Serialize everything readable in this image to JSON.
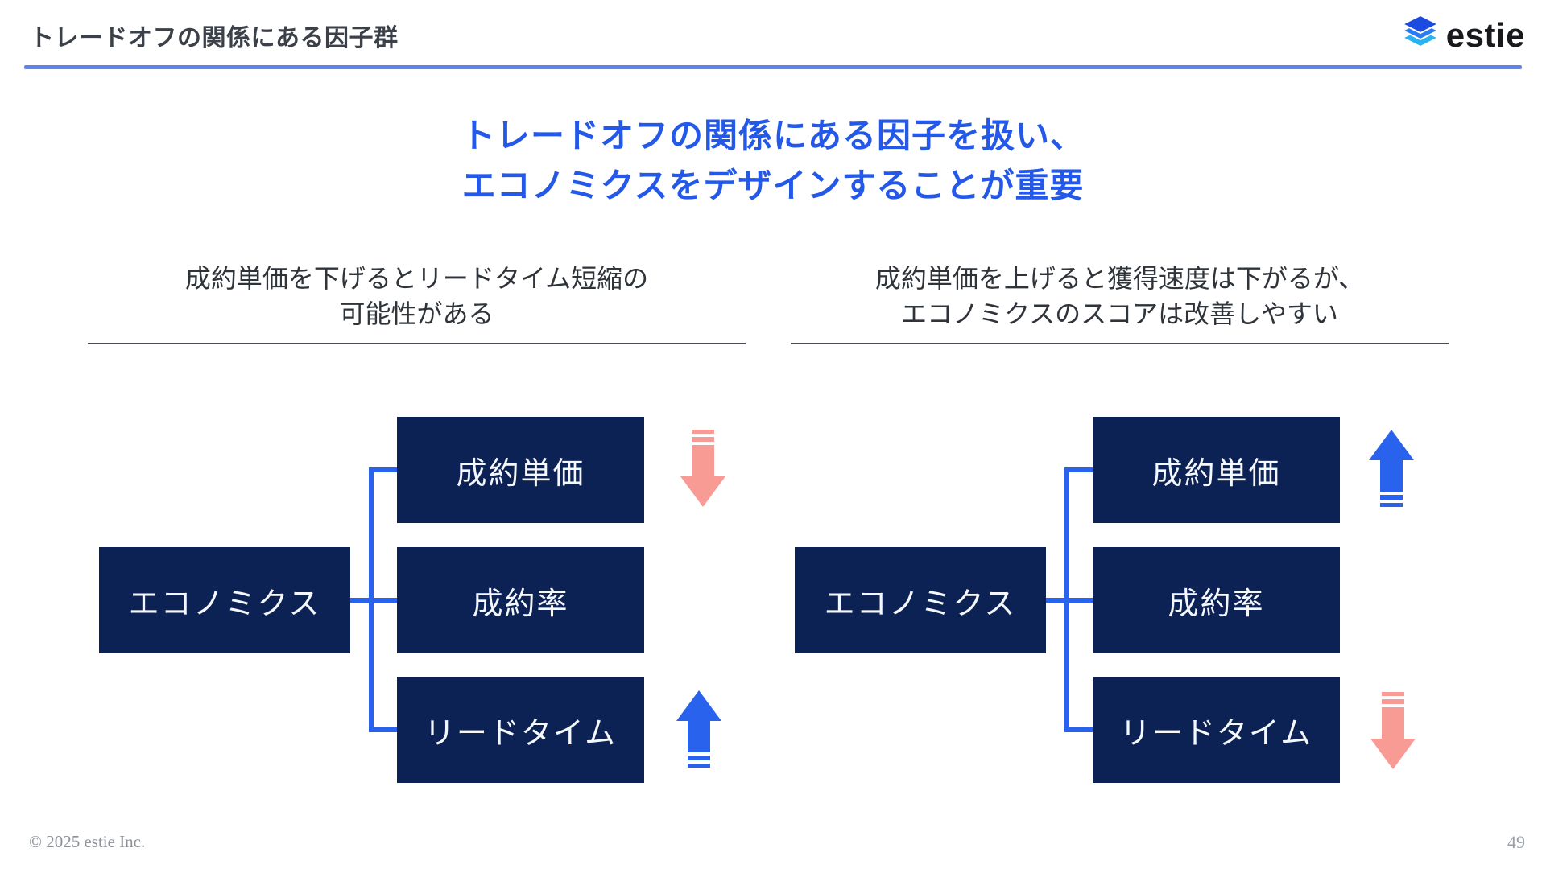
{
  "header": {
    "title": "トレードオフの関係にある因子群",
    "logo_text": "estie"
  },
  "main_title": {
    "line1": "トレードオフの関係にある因子を扱い、",
    "line2": "エコノミクスをデザインすることが重要"
  },
  "panels": [
    {
      "heading_line1": "成約単価を下げるとリードタイム短縮の",
      "heading_line2": "可能性がある",
      "root_label": "エコノミクス",
      "factors": [
        {
          "label": "成約単価",
          "trend": "decrease",
          "arrow_color": "#f89b95"
        },
        {
          "label": "成約率",
          "trend": null,
          "arrow_color": null
        },
        {
          "label": "リードタイム",
          "trend": "increase",
          "arrow_color": "#2962ec"
        }
      ]
    },
    {
      "heading_line1": "成約単価を上げると獲得速度は下がるが、",
      "heading_line2": "エコノミクスのスコアは改善しやすい",
      "root_label": "エコノミクス",
      "factors": [
        {
          "label": "成約単価",
          "trend": "increase",
          "arrow_color": "#2962ec"
        },
        {
          "label": "成約率",
          "trend": null,
          "arrow_color": null
        },
        {
          "label": "リードタイム",
          "trend": "decrease",
          "arrow_color": "#f89b95"
        }
      ]
    }
  ],
  "footer": {
    "copyright": "© 2025 estie Inc.",
    "page_number": "49"
  },
  "colors": {
    "title_blue": "#2458e8",
    "header_rule_blue": "#5b84ee",
    "box_navy": "#0d2254",
    "connector_blue": "#2962ec",
    "arrow_up_blue": "#2962ec",
    "arrow_down_pink": "#f89b95",
    "logo_layer_top": "#1c4be0",
    "logo_layer_middle": "#2d7bf2",
    "logo_layer_bottom": "#27b2f2"
  }
}
